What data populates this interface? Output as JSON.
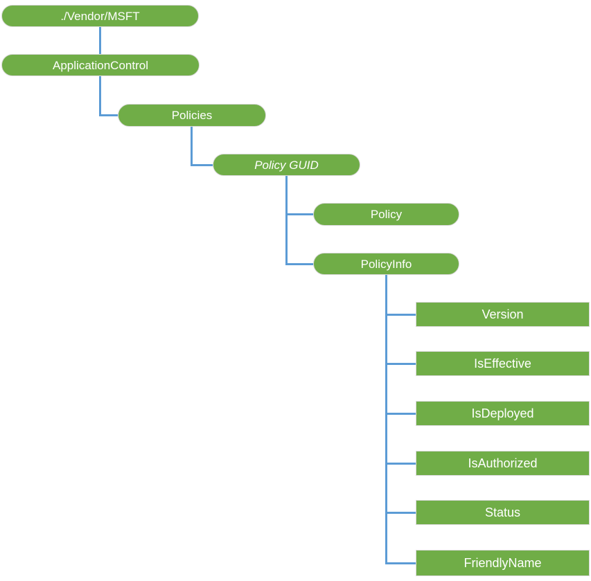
{
  "colors": {
    "node_fill": "#70AD47",
    "node_border": "#D8D8D8",
    "connector": "#5B9BD5",
    "node_text": "#FFFFFF",
    "background": "#FFFFFF"
  },
  "nodes": {
    "vendor_msft": {
      "label": "./Vendor/MSFT"
    },
    "application_control": {
      "label": "ApplicationControl"
    },
    "policies": {
      "label": "Policies"
    },
    "policy_guid": {
      "label": "Policy GUID"
    },
    "policy": {
      "label": "Policy"
    },
    "policy_info": {
      "label": "PolicyInfo"
    },
    "version": {
      "label": "Version"
    },
    "is_effective": {
      "label": "IsEffective"
    },
    "is_deployed": {
      "label": "IsDeployed"
    },
    "is_authorized": {
      "label": "IsAuthorized"
    },
    "status": {
      "label": "Status"
    },
    "friendly_name": {
      "label": "FriendlyName"
    }
  },
  "structure": {
    "vendor_msft": [
      "application_control"
    ],
    "application_control": [
      "policies"
    ],
    "policies": [
      "policy_guid"
    ],
    "policy_guid": [
      "policy",
      "policy_info"
    ],
    "policy_info": [
      "version",
      "is_effective",
      "is_deployed",
      "is_authorized",
      "status",
      "friendly_name"
    ]
  }
}
